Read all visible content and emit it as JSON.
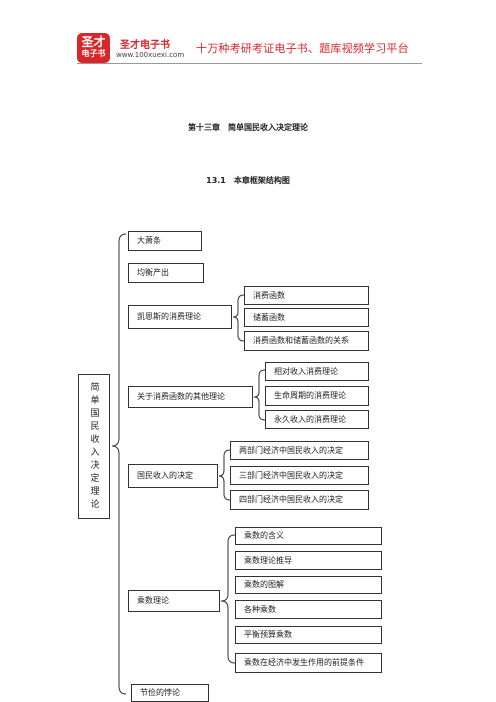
{
  "header": {
    "logo_top": "圣才",
    "logo_bottom": "电子书",
    "brand_name": "圣才电子书",
    "brand_url": "www.100xuexi.com",
    "tagline": "十万种考研考证电子书、题库视频学习平台"
  },
  "chapter_title": "第十三章　简单国民收入决定理论",
  "section_title": "13.1　本章框架结构图",
  "root": "简单国民收入决定理论",
  "level1": [
    "大萧条",
    "均衡产出",
    "凯恩斯的消费理论",
    "关于消费函数的其他理论",
    "国民收入的决定",
    "乘数理论",
    "节俭的悖论"
  ],
  "consumption_theory": [
    "消费函数",
    "储蓄函数",
    "消费函数和储蓄函数的关系"
  ],
  "other_theories": [
    "相对收入消费理论",
    "生命周期的消费理论",
    "永久收入的消费理论"
  ],
  "income_determination": [
    "两部门经济中国民收入的决定",
    "三部门经济中国民收入的决定",
    "四部门经济中国民收入的决定"
  ],
  "multiplier": [
    "乘数的含义",
    "乘数理论推导",
    "乘数的图解",
    "各种乘数",
    "平衡预算乘数",
    "乘数在经济中发生作用的前提条件"
  ]
}
